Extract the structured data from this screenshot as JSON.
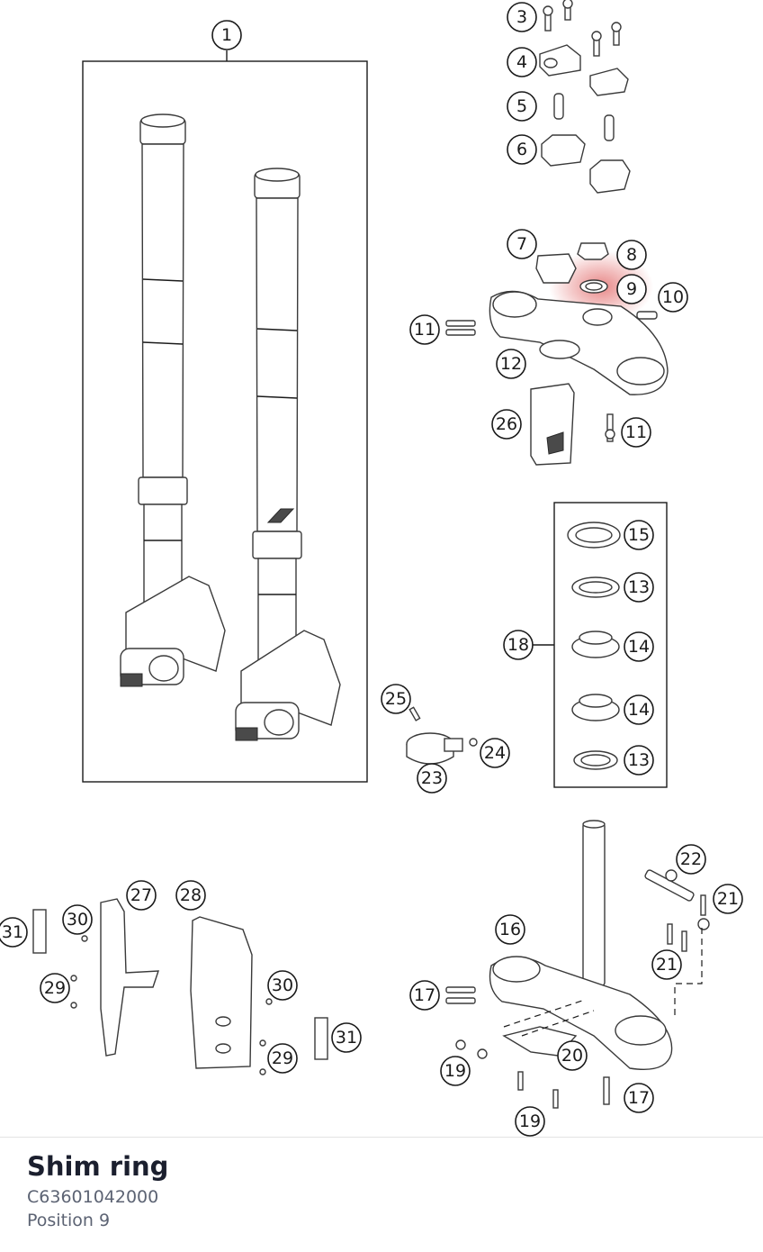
{
  "part": {
    "title": "Shim ring",
    "number": "C63601042000",
    "position": "Position 9"
  },
  "highlight_color": "#e06060",
  "callouts": [
    {
      "label": "1"
    },
    {
      "label": "3"
    },
    {
      "label": "4"
    },
    {
      "label": "5"
    },
    {
      "label": "6"
    },
    {
      "label": "7"
    },
    {
      "label": "8"
    },
    {
      "label": "9"
    },
    {
      "label": "10"
    },
    {
      "label": "11"
    },
    {
      "label": "12"
    },
    {
      "label": "26"
    },
    {
      "label": "11"
    },
    {
      "label": "15"
    },
    {
      "label": "13"
    },
    {
      "label": "18"
    },
    {
      "label": "14"
    },
    {
      "label": "14"
    },
    {
      "label": "13"
    },
    {
      "label": "25"
    },
    {
      "label": "24"
    },
    {
      "label": "23"
    },
    {
      "label": "22"
    },
    {
      "label": "21"
    },
    {
      "label": "21"
    },
    {
      "label": "16"
    },
    {
      "label": "17"
    },
    {
      "label": "20"
    },
    {
      "label": "19"
    },
    {
      "label": "17"
    },
    {
      "label": "19"
    },
    {
      "label": "27"
    },
    {
      "label": "28"
    },
    {
      "label": "31"
    },
    {
      "label": "30"
    },
    {
      "label": "29"
    },
    {
      "label": "30"
    },
    {
      "label": "29"
    },
    {
      "label": "31"
    }
  ]
}
